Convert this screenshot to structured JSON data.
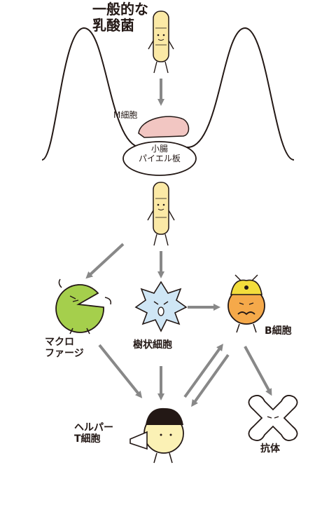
{
  "labels": {
    "title_line1": "一般的な",
    "title_line2": "乳酸菌",
    "m_cell": "M細胞",
    "peyer_line1": "小腸",
    "peyer_line2": "パイエル板",
    "macrophage_line1": "マクロ",
    "macrophage_line2": "ファージ",
    "dendritic": "樹状細胞",
    "b_cell": "B細胞",
    "helper_line1": "ヘルパー",
    "helper_line2": "T細胞",
    "antibody": "抗体"
  },
  "colors": {
    "arrow": "#888888",
    "bacteria": "#fbe9a6",
    "macrophage": "#a5cf4c",
    "dendritic": "#cfe6f5",
    "b_cell": "#f5a94a",
    "helmet": "#f3dd3c",
    "helper": "#fbf1b5",
    "m_cell": "#f2c6c2"
  }
}
